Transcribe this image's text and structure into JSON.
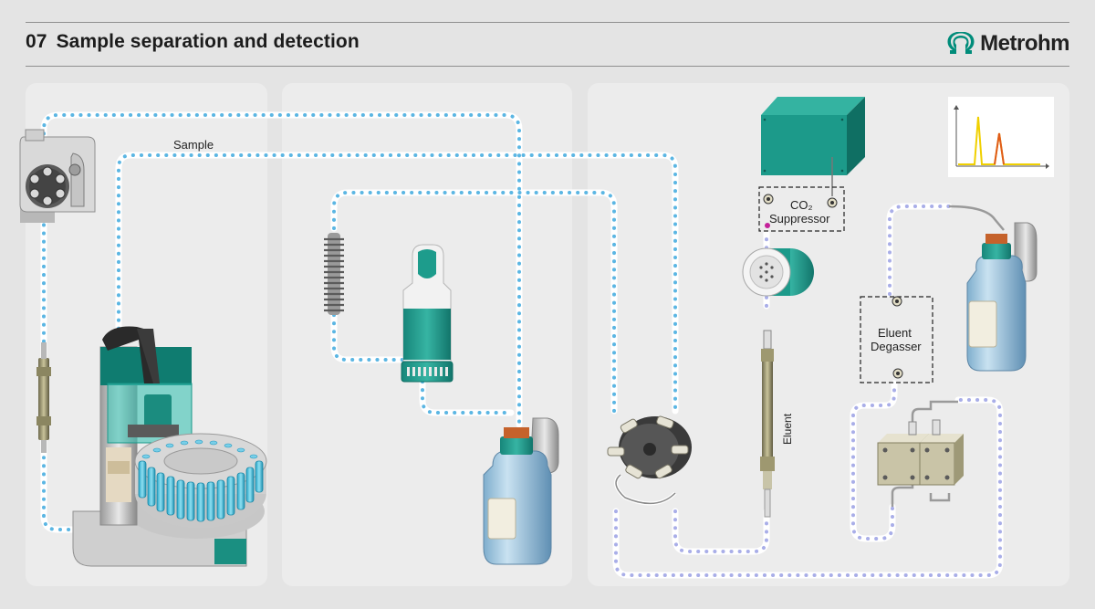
{
  "header": {
    "number": "07",
    "title": "Sample separation and detection",
    "brand": "Metrohm",
    "brand_color": "#008c7a"
  },
  "labels": {
    "sample": "Sample",
    "co2_line1": "CO₂",
    "co2_line2": "Suppressor",
    "eluent_degasser_line1": "Eluent",
    "eluent_degasser_line2": "Degasser",
    "eluent": "Eluent"
  },
  "colors": {
    "tube_blue": "#5bb6e3",
    "tube_lavender": "#a9aee8",
    "teal": "#1e9a8b",
    "panel": "#ececec",
    "background": "#e4e4e4",
    "chromatogram_peak_1": "#f0d000",
    "chromatogram_peak_2": "#e05b1a"
  }
}
